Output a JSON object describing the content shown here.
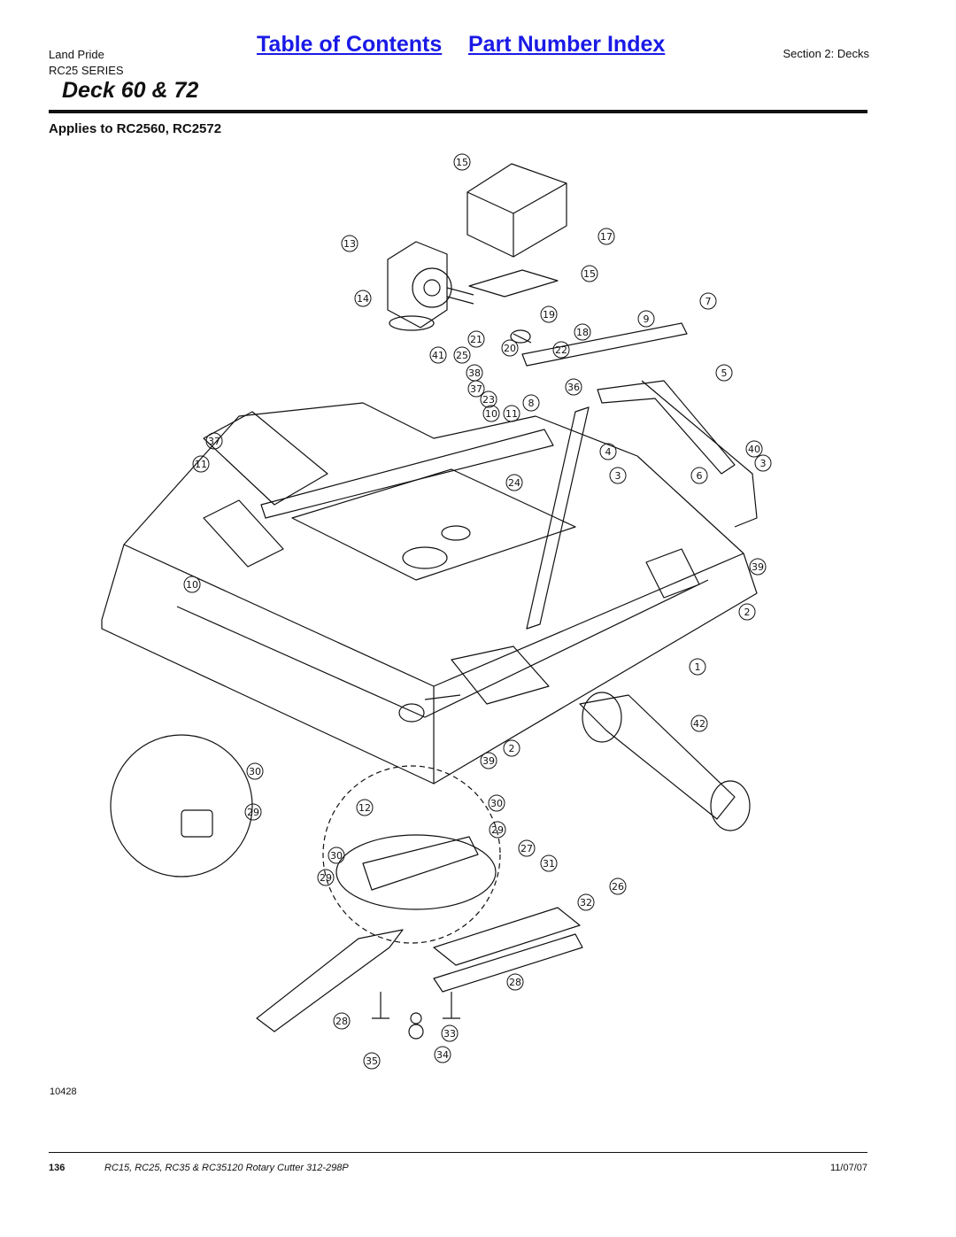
{
  "header": {
    "brand": "Land Pride",
    "series": "RC25 SERIES",
    "section": "Section 2: Decks",
    "toc_link": "Table of Contents",
    "index_link": "Part Number Index"
  },
  "page_title": "Deck 60 & 72",
  "applies_to": "Applies to RC2560, RC2572",
  "diagram": {
    "callouts": [
      "15",
      "17",
      "13",
      "15",
      "14",
      "19",
      "18",
      "21",
      "20",
      "22",
      "7",
      "9",
      "41",
      "25",
      "38",
      "37",
      "23",
      "36",
      "10",
      "11",
      "8",
      "5",
      "37",
      "11",
      "40",
      "3",
      "4",
      "3",
      "6",
      "24",
      "10",
      "39",
      "2",
      "1",
      "42",
      "2",
      "39",
      "30",
      "12",
      "30",
      "29",
      "29",
      "27",
      "30",
      "31",
      "29",
      "26",
      "32",
      "28",
      "28",
      "33",
      "35",
      "34"
    ],
    "figure_number": "10428"
  },
  "footer": {
    "page_number": "136",
    "document": "RC15, RC25, RC35 & RC35120 Rotary Cutter 312-298P",
    "date": "11/07/07"
  }
}
